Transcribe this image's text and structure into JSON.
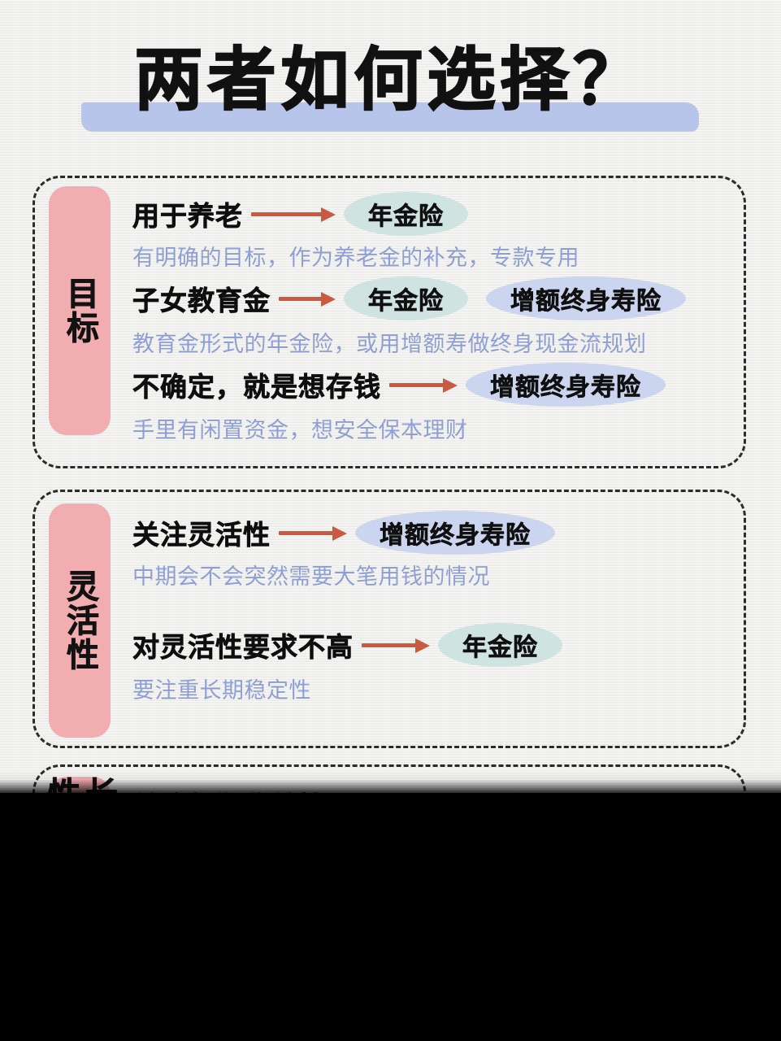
{
  "title": {
    "text": "两者如何选择？",
    "highlight_color": "#b8c5ea"
  },
  "colors": {
    "background": "#f3f2f0",
    "tab_pink": "#f2adb1",
    "arrow_terracotta": "#c85a42",
    "pill_mint": "#cfe3e0",
    "pill_lavender": "#ccd5ef",
    "subtext_blue": "#8d9fd8",
    "card_border": "#2b2b2b"
  },
  "cards": [
    {
      "tab_label": "目标",
      "rows": [
        {
          "head": "用于养老",
          "pills": [
            "年金险"
          ],
          "sub": "有明确的目标，作为养老金的补充，专款专用"
        },
        {
          "head": "子女教育金",
          "pills": [
            "年金险",
            "增额终身寿险"
          ],
          "sub": "教育金形式的年金险，或用增额寿做终身现金流规划"
        },
        {
          "head": "不确定，就是想存钱",
          "pills": [
            "增额终身寿险"
          ],
          "sub": "手里有闲置资金，想安全保本理财"
        }
      ]
    },
    {
      "tab_label": "灵活性",
      "rows": [
        {
          "head": "关注灵活性",
          "pills": [
            "增额终身寿险"
          ],
          "sub": "中期会不会突然需要大笔用钱的情况"
        },
        {
          "head": "对灵活性要求不高",
          "pills": [
            "年金险"
          ],
          "sub": "要注重长期稳定性"
        }
      ]
    },
    {
      "tab_label": "长期收益性",
      "rows": [
        {
          "head": "关注长期收益性",
          "pills": [],
          "sub": ""
        }
      ]
    }
  ]
}
